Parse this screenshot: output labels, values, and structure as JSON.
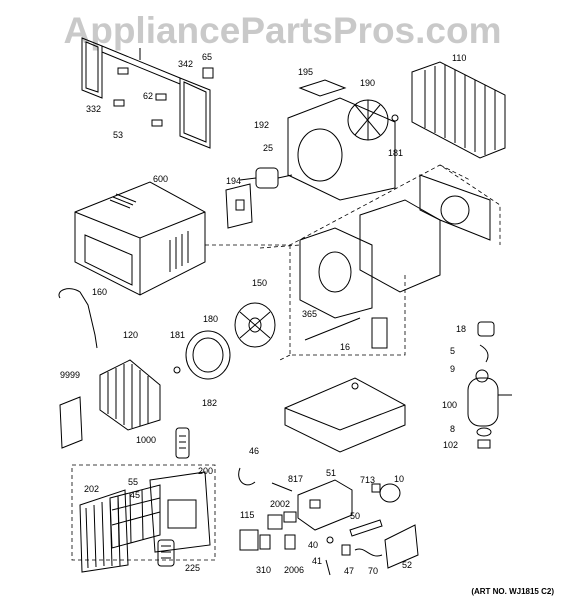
{
  "watermark": "AppliancePartsPros.com",
  "art_number": "(ART NO. WJ1815 C2)",
  "parts": [
    {
      "id": "332",
      "label": "332"
    },
    {
      "id": "62",
      "label": "62"
    },
    {
      "id": "342",
      "label": "342"
    },
    {
      "id": "65",
      "label": "65"
    },
    {
      "id": "53",
      "label": "53"
    },
    {
      "id": "195",
      "label": "195"
    },
    {
      "id": "190",
      "label": "190"
    },
    {
      "id": "110",
      "label": "110"
    },
    {
      "id": "192",
      "label": "192"
    },
    {
      "id": "181a",
      "label": "181"
    },
    {
      "id": "25",
      "label": "25"
    },
    {
      "id": "600",
      "label": "600"
    },
    {
      "id": "194",
      "label": "194"
    },
    {
      "id": "150",
      "label": "150"
    },
    {
      "id": "160",
      "label": "160"
    },
    {
      "id": "365",
      "label": "365"
    },
    {
      "id": "180",
      "label": "180"
    },
    {
      "id": "181b",
      "label": "181"
    },
    {
      "id": "120",
      "label": "120"
    },
    {
      "id": "16",
      "label": "16"
    },
    {
      "id": "18",
      "label": "18"
    },
    {
      "id": "5",
      "label": "5"
    },
    {
      "id": "9",
      "label": "9"
    },
    {
      "id": "9999",
      "label": "9999"
    },
    {
      "id": "182",
      "label": "182"
    },
    {
      "id": "100",
      "label": "100"
    },
    {
      "id": "8",
      "label": "8"
    },
    {
      "id": "1000",
      "label": "1000"
    },
    {
      "id": "102",
      "label": "102"
    },
    {
      "id": "46",
      "label": "46"
    },
    {
      "id": "200",
      "label": "200"
    },
    {
      "id": "817",
      "label": "817"
    },
    {
      "id": "51",
      "label": "51"
    },
    {
      "id": "713",
      "label": "713"
    },
    {
      "id": "10",
      "label": "10"
    },
    {
      "id": "202",
      "label": "202"
    },
    {
      "id": "55",
      "label": "55"
    },
    {
      "id": "45",
      "label": "45"
    },
    {
      "id": "2002",
      "label": "2002"
    },
    {
      "id": "115",
      "label": "115"
    },
    {
      "id": "50",
      "label": "50"
    },
    {
      "id": "40",
      "label": "40"
    },
    {
      "id": "225",
      "label": "225"
    },
    {
      "id": "310",
      "label": "310"
    },
    {
      "id": "2006",
      "label": "2006"
    },
    {
      "id": "41",
      "label": "41"
    },
    {
      "id": "47",
      "label": "47"
    },
    {
      "id": "70",
      "label": "70"
    },
    {
      "id": "52",
      "label": "52"
    }
  ]
}
